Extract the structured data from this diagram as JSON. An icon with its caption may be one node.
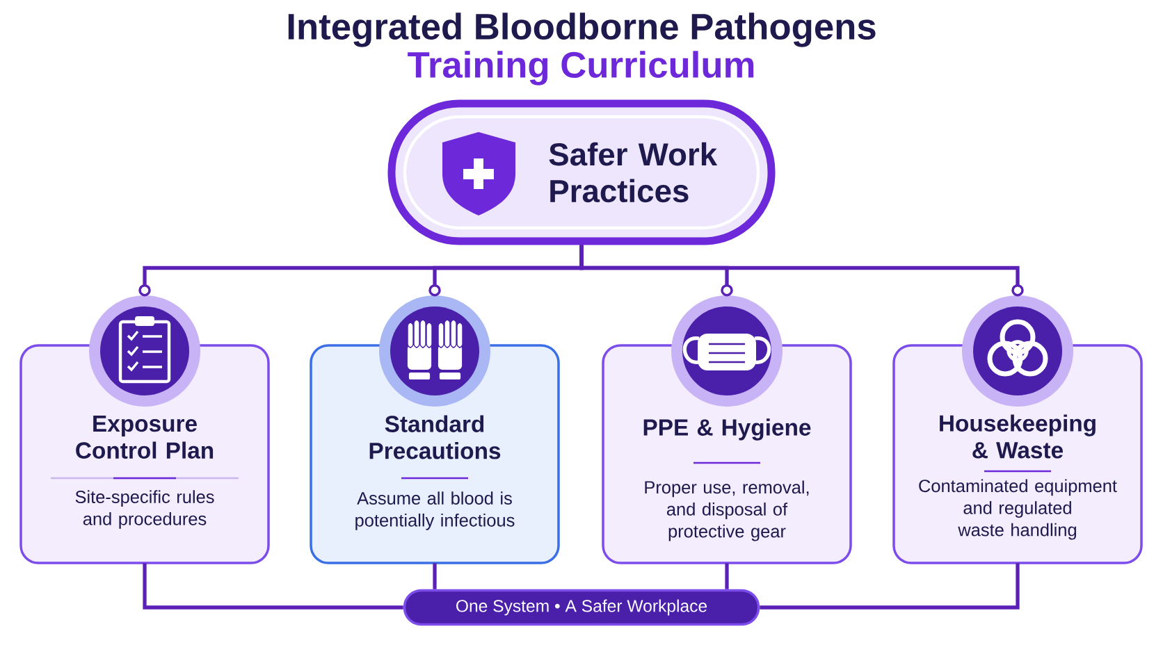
{
  "diagram": {
    "title": "Integrated Bloodborne Pathogens",
    "labels": [
      "Training Curriculum"
    ],
    "nodes": [
      {
        "text": [
          "Safer Work Practices"
        ]
      },
      {
        "text": [
          "Exposure Control Plan",
          "Site-specific rules and procedures"
        ]
      },
      {
        "text": [
          "Standard Precautions",
          "Assume all blood is potentially infectious"
        ]
      },
      {
        "text": [
          "PPE & Hygiene",
          "Proper use, removal, and disposal of protective gear"
        ]
      },
      {
        "text": [
          "Housekeeping & Waste",
          "Contaminated equipment and regulated waste handling"
        ]
      },
      {
        "text": [
          "One System • A Safer Workplace"
        ]
      }
    ],
    "edges": [
      {
        "from": 0,
        "to": 1,
        "arrow": "other"
      },
      {
        "from": 0,
        "to": 2,
        "arrow": "other"
      },
      {
        "from": 0,
        "to": 3,
        "arrow": "other"
      },
      {
        "from": 0,
        "to": 4,
        "arrow": "other"
      },
      {
        "from": 1,
        "to": 5,
        "arrow": "none"
      },
      {
        "from": 2,
        "to": 5,
        "arrow": "none"
      },
      {
        "from": 3,
        "to": 5,
        "arrow": "none"
      },
      {
        "from": 4,
        "to": 5,
        "arrow": "none"
      }
    ]
  }
}
